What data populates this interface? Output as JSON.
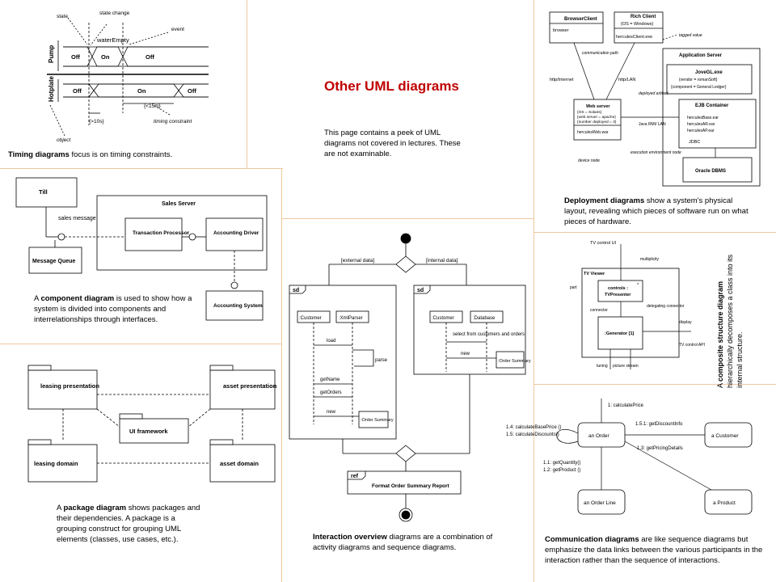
{
  "slide": {
    "title": "Other UML diagrams",
    "intro": "This page contains a peek of UML diagrams not covered in lectures. These are not examinable."
  },
  "timing": {
    "caption_bold": "Timing diagrams",
    "caption_rest": " focus is on timing constraints.",
    "labels": {
      "state": "state",
      "state_change": "state change",
      "event": "event",
      "water_empty": "waterEmpty",
      "pump": "Pump",
      "hotplate": "Hotplate",
      "off": "Off",
      "on": "On",
      "gt10s": "{>10s}",
      "lt15m": "{<15m}",
      "object": "object",
      "timing_constraint": "timing constraint"
    }
  },
  "component": {
    "caption_pre": "A ",
    "caption_bold": "component diagram",
    "caption_rest": " is used to show how a system is divided into components and interrelationships through interfaces.",
    "labels": {
      "till": "Till",
      "sales_message": "sales message",
      "message_queue": "Message Queue",
      "sales_server": "Sales Server",
      "transaction_processor": "Transaction Processor",
      "accounting_driver": "Accounting Driver",
      "accounting_system": "Accounting System"
    }
  },
  "package": {
    "caption_pre": "A ",
    "caption_bold": "package diagram",
    "caption_rest": " shows packages and their dependencies. A package is a grouping construct for grouping UML elements (classes, use cases, etc.).",
    "labels": {
      "leasing_presentation": "leasing presentation",
      "asset_presentation": "asset presentation",
      "ui_framework": "UI framework",
      "leasing_domain": "leasing domain",
      "asset_domain": "asset domain"
    }
  },
  "interaction": {
    "caption_bold": "Interaction overview",
    "caption_rest": " diagrams are a combination of activity diagrams and sequence diagrams.",
    "labels": {
      "external_data": "[external data]",
      "internal_data": "[internal data]",
      "sd": "sd",
      "customer": ":Customer",
      "xmlparser": ":XmlParser",
      "database": ":Database",
      "load": "load",
      "parse": "parse",
      "get_name": "getName",
      "get_orders": "getOrders",
      "new": "new",
      "order_summary": ":Order Summary",
      "select": "select from customers and orders",
      "ref": "ref",
      "format_report": "Format Order Summary Report"
    }
  },
  "deployment": {
    "caption_bold": "Deployment diagrams",
    "caption_rest": " show a system's physical layout, revealing which pieces of software run on what pieces of hardware.",
    "labels": {
      "browser_client": "BrowserClient",
      "browser": "browser",
      "rich_client": "Rich Client",
      "os_windows": "{OS = Windows}",
      "hercules_client": "herculesClient.exe",
      "tagged_value": "tagged value",
      "communication_path": "communication path",
      "http_internet": "http/Internet",
      "http_lan": "http/LAN",
      "deployed_artifact": "deployed artifact",
      "application_server": "Application Server",
      "jove_gl": "JoveGL.exe",
      "vendor": "{vendor = romanSoft}",
      "component_gl": "{component = General Ledger}",
      "web_server": "Web server",
      "os_solaris": "{OS = Solaris}",
      "web_server_apache": "{web server = apache}",
      "number_deployed": "{number deployed = 3}",
      "hercules_web": "herculesWeb.war",
      "java_rmi": "Java RMI/ LAN",
      "ejb_container": "EJB Container",
      "hercules_base": "herculesBase.ear",
      "hercules_ar": "herculesAR.ear",
      "hercules_ap": "herculesAP.ear",
      "jdbc": "JDBC",
      "device_node": "device node",
      "execution_env": "execution environment node",
      "oracle": "Oracle DBMS"
    }
  },
  "composite": {
    "caption_pre": "A ",
    "caption_bold": "composite structure diagram",
    "caption_rest": " hierarchically decomposes a class into its internal structure.",
    "labels": {
      "tv_control_ui": "TV control UI",
      "multiplicity": "multiplicity",
      "tv_viewer": "TV Viewer",
      "part": "part",
      "controls": "controls :",
      "tv_presenter": "TVPresenter",
      "connector": "connector",
      "delegating_connector": "delegating connector",
      "display": "display",
      "generator": ":Generator [1]",
      "tv_control_api": "TV control API",
      "tuning": "tuning",
      "picture_stream": "picture stream",
      "mult_star": "*"
    }
  },
  "communication": {
    "caption_bold": "Communication diagrams",
    "caption_rest": " are like sequence diagrams but emphasize the data links between the various participants in the interaction rather than the sequence of interactions.",
    "labels": {
      "calculate_price": "1: calculatePrice",
      "calculate_base_price": "1.4: calculateBasePrice ()",
      "calculate_discounts": "1.5: calculateDiscounts()",
      "get_discount_info": "1.5.1: getDiscountInfo",
      "get_pricing_details": "1.3: getPricingDetails",
      "get_quantity": "1.1: getQuantity()",
      "get_product": "1.2: getProduct ()",
      "an_order": "an Order",
      "a_customer": "a Customer",
      "an_order_line": "an Order Line",
      "a_product": "a Product"
    }
  }
}
